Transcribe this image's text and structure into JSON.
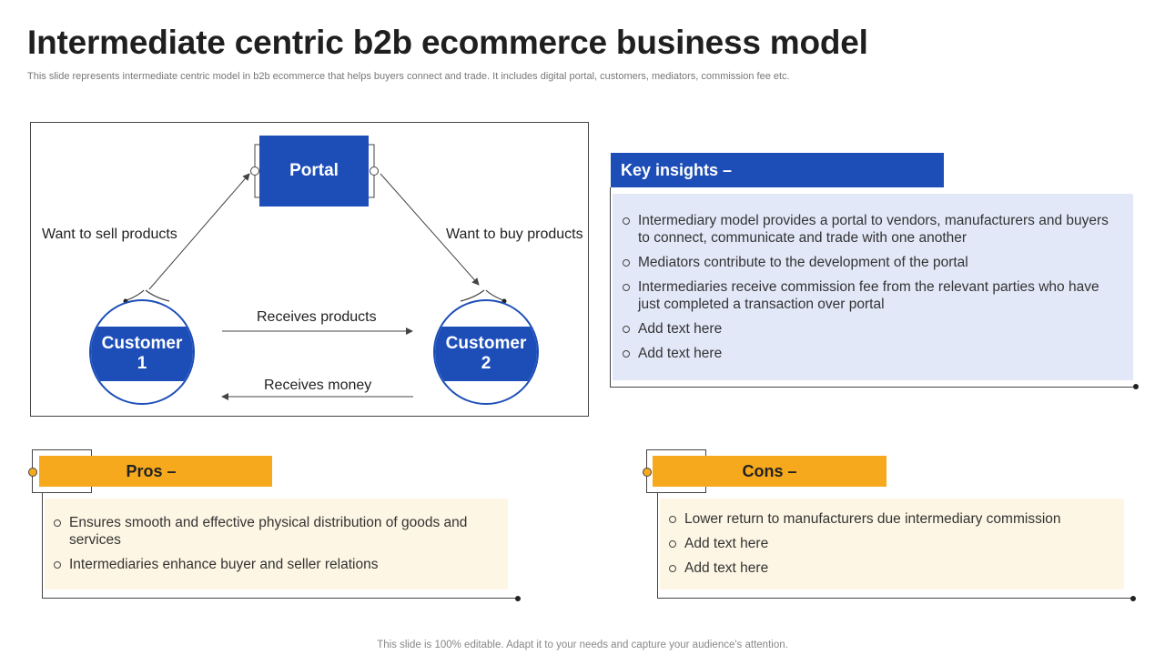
{
  "title": "Intermediate centric b2b ecommerce business model",
  "subtitle": "This slide represents intermediate centric model in b2b ecommerce that helps buyers connect and trade. It includes digital portal, customers, mediators, commission fee etc.",
  "diagram": {
    "portal": "Portal",
    "customer1": {
      "line1": "Customer",
      "line2": "1"
    },
    "customer2": {
      "line1": "Customer",
      "line2": "2"
    },
    "want_sell": "Want to sell products",
    "want_buy": "Want to buy products",
    "receives_products": "Receives products",
    "receives_money": "Receives money"
  },
  "key_insights": {
    "heading": "Key insights –",
    "items": [
      "Intermediary model provides a portal to vendors, manufacturers and buyers to connect, communicate and trade with one another",
      "Mediators contribute to the development of the portal",
      "Intermediaries receive commission fee from the relevant parties who have just completed a transaction over portal",
      "Add text here",
      "Add text here"
    ]
  },
  "pros": {
    "heading": "Pros –",
    "items": [
      "Ensures smooth and effective physical distribution of goods and services",
      "Intermediaries enhance buyer and seller relations"
    ]
  },
  "cons": {
    "heading": "Cons –",
    "items": [
      "Lower return to manufacturers due intermediary commission",
      "Add text here",
      "Add text here"
    ]
  },
  "footer": "This slide is 100% editable. Adapt it to your needs and capture your audience's attention.",
  "colors": {
    "blue": "#1d4eb8",
    "orange": "#f6a91c",
    "light_blue": "#e2e8f8",
    "light_yellow": "#fdf6e4"
  }
}
